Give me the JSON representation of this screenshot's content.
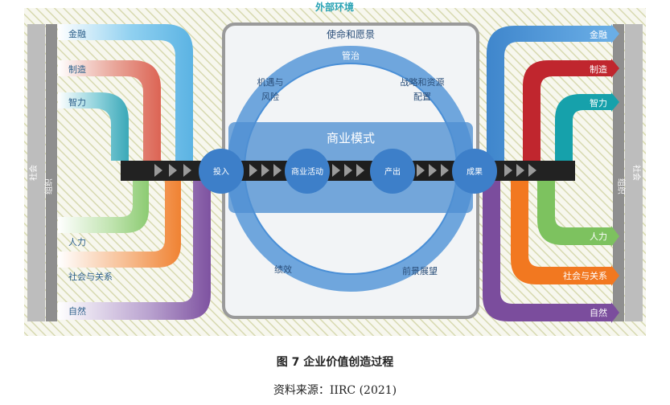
{
  "diagram": {
    "external_environment": "外部环境",
    "society_label": "社会",
    "organization_label": "组织",
    "left_inputs": [
      "金融",
      "制造",
      "智力",
      "人力",
      "社会与关系",
      "自然"
    ],
    "right_outputs": [
      "金融",
      "制造",
      "智力",
      "人力",
      "社会与关系",
      "自然"
    ],
    "ring_labels": {
      "mission": "使命和愿景",
      "governance": "管治",
      "risk_1": "机遇与",
      "risk_2": "风险",
      "strategy_1": "战略和资源",
      "strategy_2": "配置",
      "performance": "绩效",
      "outlook": "前景展望"
    },
    "business_model": "商业模式",
    "nodes": {
      "input": "投入",
      "activity": "商业活动",
      "output": "产出",
      "outcome": "成果"
    },
    "colors": {
      "finance": "#62b8e6",
      "manufacturing": "#e05a4a",
      "intellectual": "#2aa3b5",
      "human": "#86c96c",
      "social": "#f07f2a",
      "natural": "#8055a0",
      "ring": "#4a8fd6",
      "node": "#3d7fc9",
      "panel_border": "#9a9a9a",
      "side_bar": "#a4a4a4",
      "hatch": "#d9dbb4"
    }
  },
  "caption": {
    "title": "图 7 企业价值创造过程",
    "source": "资料来源：IIRC (2021)"
  }
}
